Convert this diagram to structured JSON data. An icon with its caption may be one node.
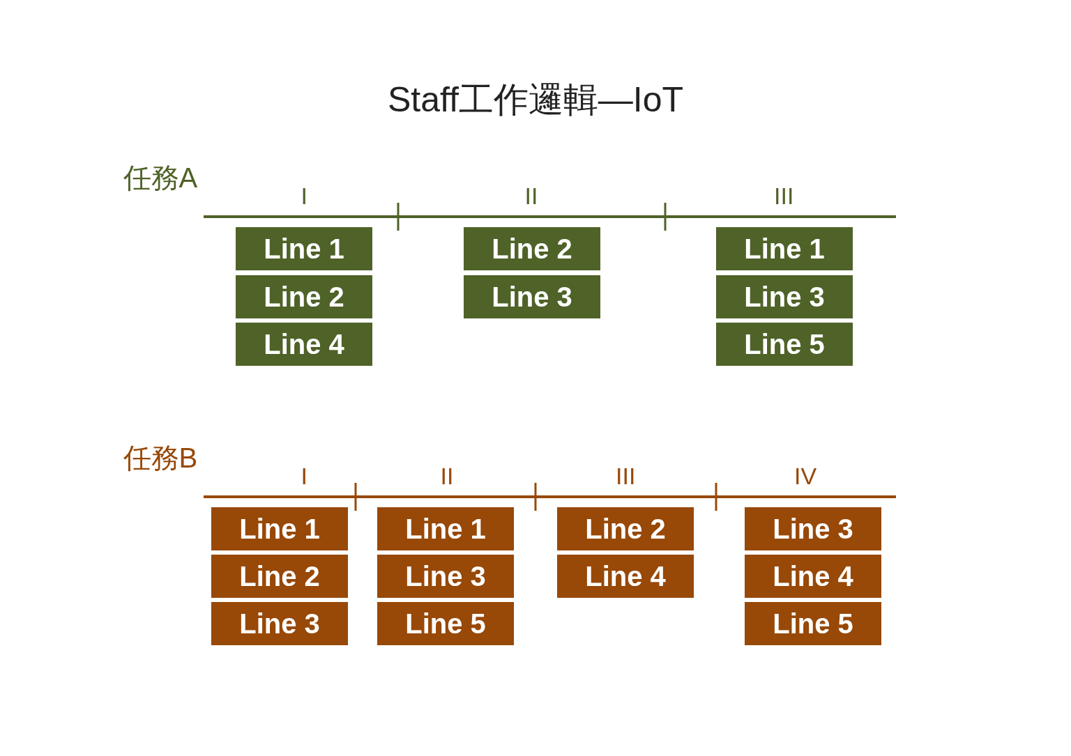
{
  "diagram": {
    "title": "Staff工作邏輯—IoT",
    "nodes": [
      {
        "text": [
          "Line 1"
        ]
      },
      {
        "text": [
          "Line 2"
        ]
      },
      {
        "text": [
          "Line 4"
        ]
      },
      {
        "text": [
          "Line 2"
        ]
      },
      {
        "text": [
          "Line 3"
        ]
      },
      {
        "text": [
          "Line 1"
        ]
      },
      {
        "text": [
          "Line 3"
        ]
      },
      {
        "text": [
          "Line 5"
        ]
      },
      {
        "text": [
          "Line 1"
        ]
      },
      {
        "text": [
          "Line 2"
        ]
      },
      {
        "text": [
          "Line 3"
        ]
      },
      {
        "text": [
          "Line 1"
        ]
      },
      {
        "text": [
          "Line 3"
        ]
      },
      {
        "text": [
          "Line 5"
        ]
      },
      {
        "text": [
          "Line 2"
        ]
      },
      {
        "text": [
          "Line 4"
        ]
      },
      {
        "text": [
          "Line 3"
        ]
      },
      {
        "text": [
          "Line 4"
        ]
      },
      {
        "text": [
          "Line 5"
        ]
      }
    ],
    "labels": [
      "任務A",
      "I",
      "II",
      "III",
      "任務B",
      "I",
      "II",
      "III",
      "IV"
    ]
  }
}
